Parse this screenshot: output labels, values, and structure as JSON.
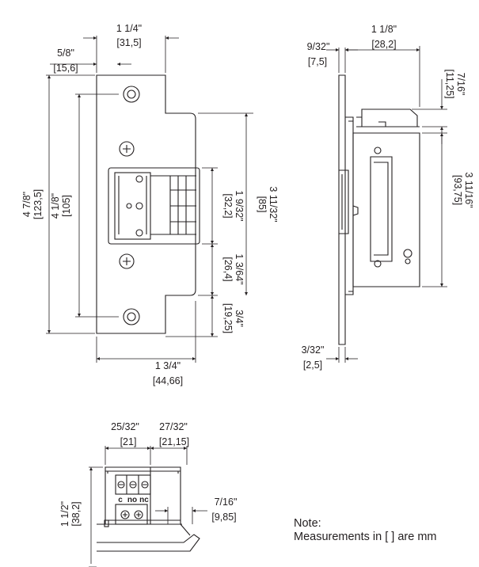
{
  "front_view": {
    "top_width": {
      "inch": "1 1/4\"",
      "mm": "[31,5]"
    },
    "lip_offset": {
      "inch": "5/8\"",
      "mm": "[15,6]"
    },
    "overall_height": {
      "inch": "4 7/8\"",
      "mm": "[123,5]"
    },
    "hole_spacing": {
      "inch": "4 1/8\"",
      "mm": "[105]"
    },
    "body_height": {
      "inch": "3 11/32\"",
      "mm": "[85]"
    },
    "window_height": {
      "inch": "1 9/32\"",
      "mm": "[32,2]"
    },
    "lower_section": {
      "inch": "1 3/64\"",
      "mm": "[26,4]"
    },
    "bottom_section": {
      "inch": "3/4\"",
      "mm": "[19,25]"
    },
    "faceplate_width": {
      "inch": "1 3/4\"",
      "mm": "[44,66]"
    }
  },
  "side_view": {
    "plate_offset": {
      "inch": "9/32\"",
      "mm": "[7,5]"
    },
    "depth": {
      "inch": "1 1/8\"",
      "mm": "[28,2]"
    },
    "top_clearance": {
      "inch": "7/16\"",
      "mm": "[11,25]"
    },
    "body_height": {
      "inch": "3 11/16\"",
      "mm": "[93,75]"
    },
    "plate_thickness": {
      "inch": "3/32\"",
      "mm": "[2,5]"
    }
  },
  "bottom_view": {
    "left_width": {
      "inch": "25/32\"",
      "mm": "[21]"
    },
    "right_width": {
      "inch": "27/32\"",
      "mm": "[21,15]"
    },
    "height": {
      "inch": "1 1/2\"",
      "mm": "[38,2]"
    },
    "lip": {
      "inch": "7/16\"",
      "mm": "[9,85]"
    },
    "terminals": [
      "c",
      "no",
      "nc"
    ]
  },
  "note": {
    "title": "Note:",
    "text": "Measurements in [ ] are mm"
  }
}
